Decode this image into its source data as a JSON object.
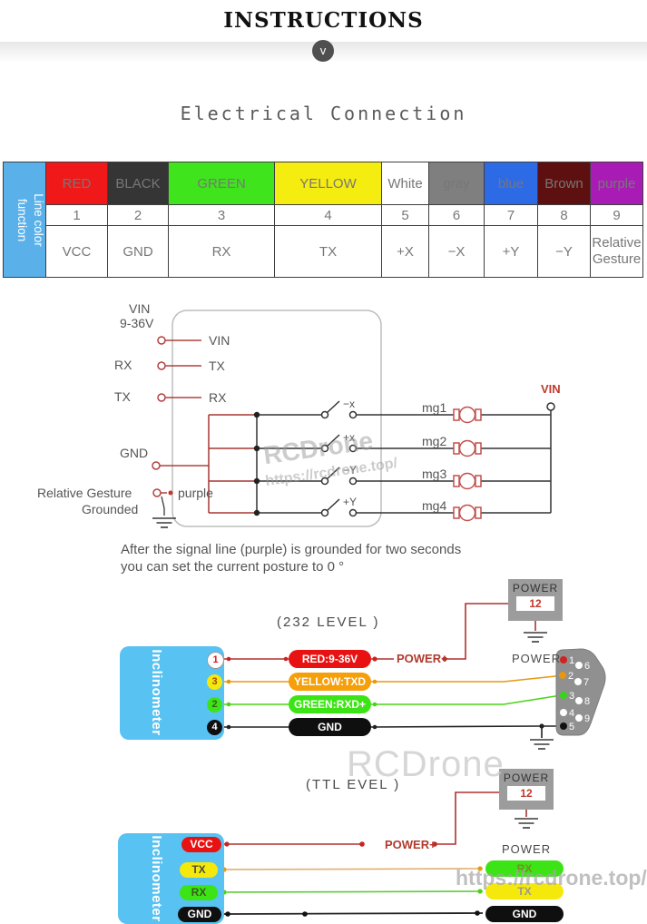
{
  "header": {
    "title": "INSTRUCTIONS",
    "chevron": "v"
  },
  "section_title": "Electrical Connection",
  "table": {
    "sidebar_line1": "Line color",
    "sidebar_line2": "function",
    "columns": [
      {
        "name": "RED",
        "num": "1",
        "fn": "VCC"
      },
      {
        "name": "BLACK",
        "num": "2",
        "fn": "GND"
      },
      {
        "name": "GREEN",
        "num": "3",
        "fn": "RX"
      },
      {
        "name": "YELLOW",
        "num": "4",
        "fn": "TX"
      },
      {
        "name": "White",
        "num": "5",
        "fn": "+X"
      },
      {
        "name": "gray",
        "num": "6",
        "fn": "−X"
      },
      {
        "name": "blue",
        "num": "7",
        "fn": "+Y"
      },
      {
        "name": "Brown",
        "num": "8",
        "fn": "−Y"
      },
      {
        "name": "purple",
        "num": "9",
        "fn1": "Relative",
        "fn2": "Gesture"
      }
    ]
  },
  "circuit": {
    "ext": {
      "vin1": "VIN",
      "vin2": "9-36V",
      "rx": "RX",
      "tx": "TX",
      "gnd": "GND",
      "relative": "Relative Gesture",
      "grounded": "Grounded",
      "purple": "purple"
    },
    "internal": {
      "vin": "VIN",
      "tx": "TX",
      "rx": "RX"
    },
    "switches": [
      "−x",
      "+x",
      "−Y",
      "+Y"
    ],
    "motors": [
      "mg1",
      "mg2",
      "mg3",
      "mg4"
    ],
    "vin_rail": "VIN"
  },
  "note": {
    "line1": "After the signal line (purple) is grounded for two seconds",
    "line2": "you can set the current posture to 0 °"
  },
  "level232": {
    "title": "(232 LEVEL )",
    "device": "Inclinometer",
    "pins": [
      "1",
      "3",
      "2",
      "4"
    ],
    "pills": [
      "RED:9-36V",
      "YELLOW:TXD",
      "GREEN:RXD+",
      "GND"
    ],
    "power_plus": "POWER+",
    "power_box_label": "POWER",
    "power_box_value": "12",
    "power_label": "POWER",
    "db9": [
      "1",
      "2",
      "3",
      "4",
      "5",
      "6",
      "7",
      "8",
      "9"
    ]
  },
  "ttl": {
    "title": "(TTL  EVEL )",
    "device": "Inclinometer",
    "left_pills": [
      "VCC",
      "TX",
      "RX",
      "GND"
    ],
    "power_plus": "POWER+",
    "power_box_label": "POWER",
    "power_box_value": "12",
    "power_label": "POWER",
    "right_pills": [
      "RX",
      "TX",
      "GND"
    ]
  },
  "watermarks": {
    "brand_diagram": "RCDrone",
    "url_diagram": "https://rcdrone.top/",
    "brand_big": "RCDrone",
    "url_big": "https://rcdrone.top/"
  },
  "colors": {
    "red_wire": "#b0423f",
    "orange_wire": "#e8980f",
    "green_wire": "#4ad416",
    "black_wire": "#333333",
    "incl_blue": "#58c2f2",
    "table_blue": "#5ab1ea",
    "pill_red": "#e81212",
    "pill_orange": "#f59f0a",
    "pill_green": "#3ce415",
    "pill_yellow": "#f5e90c",
    "pill_black": "#0f0f0f",
    "power_gray": "#9c9c9c"
  }
}
